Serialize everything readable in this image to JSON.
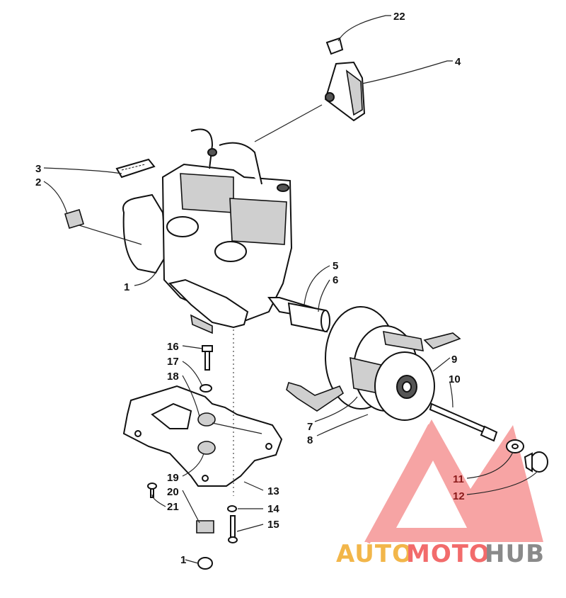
{
  "callouts": [
    "22",
    "4",
    "3",
    "2",
    "1",
    "5",
    "6",
    "16",
    "17",
    "18",
    "9",
    "10",
    "7",
    "8",
    "19",
    "20",
    "21",
    "13",
    "11",
    "12",
    "14",
    "15",
    "1"
  ],
  "watermark": {
    "part1": "AUTO",
    "part2": "MOTO",
    "part3": "HUB",
    "color1": "#f2b64a",
    "color2": "#f26b6b",
    "color3": "#8a8a8a",
    "logo_color": "#f05a5a"
  }
}
